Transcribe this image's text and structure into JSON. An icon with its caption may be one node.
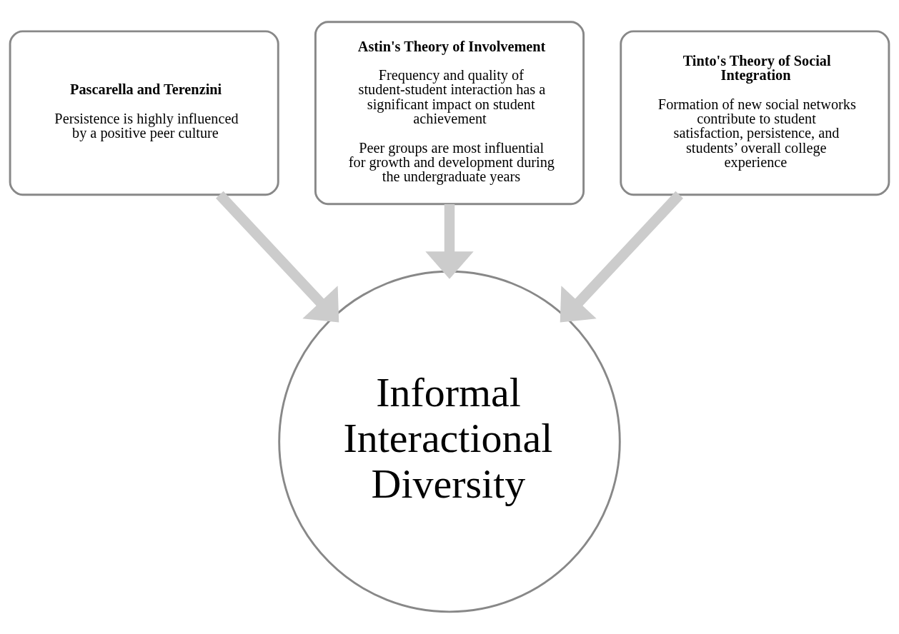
{
  "diagram": {
    "nodes": [
      {
        "text": [
          "Astin's Theory of Involvement",
          "Frequency and quality of student-student interaction has a significant impact on student achievement",
          "Peer groups are most influential for growth and development during the undergraduate years"
        ]
      },
      {
        "text": [
          "Pascarella and Terenzini",
          "Persistence is highly influenced by a positive peer culture"
        ]
      },
      {
        "text": [
          "Tinto's Theory of Social Integration",
          "Formation of new social networks contribute to student satisfaction, persistence, and students’ overall college experience"
        ]
      },
      {
        "text": [
          "Informal Interactional Diversity"
        ]
      }
    ],
    "edges": [
      {
        "from": 0,
        "to": 3,
        "arrow": "to"
      },
      {
        "from": 1,
        "to": 3,
        "arrow": "to"
      },
      {
        "from": 2,
        "to": 3,
        "arrow": "to"
      }
    ]
  }
}
